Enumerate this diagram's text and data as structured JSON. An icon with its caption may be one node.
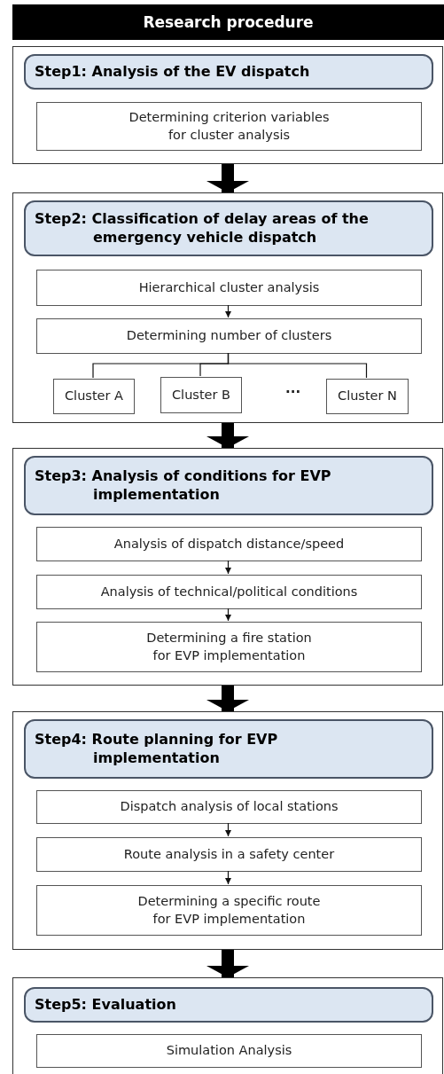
{
  "diagram": {
    "title": "Research procedure",
    "nodes": [
      {
        "text": [],
        "shape": "box"
      },
      {
        "text": [
          "Step1: Analysis of the EV dispatch"
        ],
        "in": 0
      },
      {
        "text": [
          "Determining criterion variables for cluster analysis"
        ],
        "in": 0
      },
      {
        "text": [],
        "shape": "box"
      },
      {
        "text": [
          "Step2: Classification of delay areas of the emergency vehicle dispatch"
        ],
        "in": 3
      },
      {
        "text": [
          "Hierarchical cluster analysis"
        ],
        "in": 3
      },
      {
        "text": [
          "Determining number of clusters"
        ],
        "in": 3
      },
      {
        "text": [
          "Cluster A"
        ],
        "in": 3
      },
      {
        "text": [
          "Cluster B"
        ],
        "in": 3
      },
      {
        "text": [
          "Cluster N"
        ],
        "in": 3
      },
      {
        "text": [],
        "shape": "box"
      },
      {
        "text": [
          "Step3: Analysis of conditions for EVP implementation"
        ],
        "in": 10
      },
      {
        "text": [
          "Analysis of dispatch distance/speed"
        ],
        "in": 10
      },
      {
        "text": [
          "Analysis of technical/political conditions"
        ],
        "in": 10
      },
      {
        "text": [
          "Determining a fire station for EVP implementation"
        ],
        "in": 10
      },
      {
        "text": [],
        "shape": "box"
      },
      {
        "text": [
          "Step4: Route planning for EVP implementation"
        ],
        "in": 15
      },
      {
        "text": [
          "Dispatch analysis of local stations"
        ],
        "in": 15
      },
      {
        "text": [
          "Route analysis in a safety center"
        ],
        "in": 15
      },
      {
        "text": [
          "Determining a specific route for EVP implementation"
        ],
        "in": 15
      },
      {
        "text": [],
        "shape": "box"
      },
      {
        "text": [
          "Step5: Evaluation"
        ],
        "in": 20
      },
      {
        "text": [
          "Simulation Analysis"
        ],
        "in": 20
      }
    ],
    "edges": [
      {
        "from": 0,
        "to": 3,
        "arrow": "to",
        "style": "thick"
      },
      {
        "from": 5,
        "to": 6,
        "arrow": "to"
      },
      {
        "from": 6,
        "to": 7,
        "arrow": "none"
      },
      {
        "from": 6,
        "to": 8,
        "arrow": "none"
      },
      {
        "from": 6,
        "to": 9,
        "arrow": "none"
      },
      {
        "from": 3,
        "to": 10,
        "arrow": "to",
        "style": "thick"
      },
      {
        "from": 12,
        "to": 13,
        "arrow": "to"
      },
      {
        "from": 13,
        "to": 14,
        "arrow": "to"
      },
      {
        "from": 10,
        "to": 15,
        "arrow": "to",
        "style": "thick"
      },
      {
        "from": 17,
        "to": 18,
        "arrow": "to"
      },
      {
        "from": 18,
        "to": 19,
        "arrow": "to"
      },
      {
        "from": 15,
        "to": 20,
        "arrow": "to",
        "style": "thick"
      }
    ],
    "labels": [
      "···"
    ]
  }
}
